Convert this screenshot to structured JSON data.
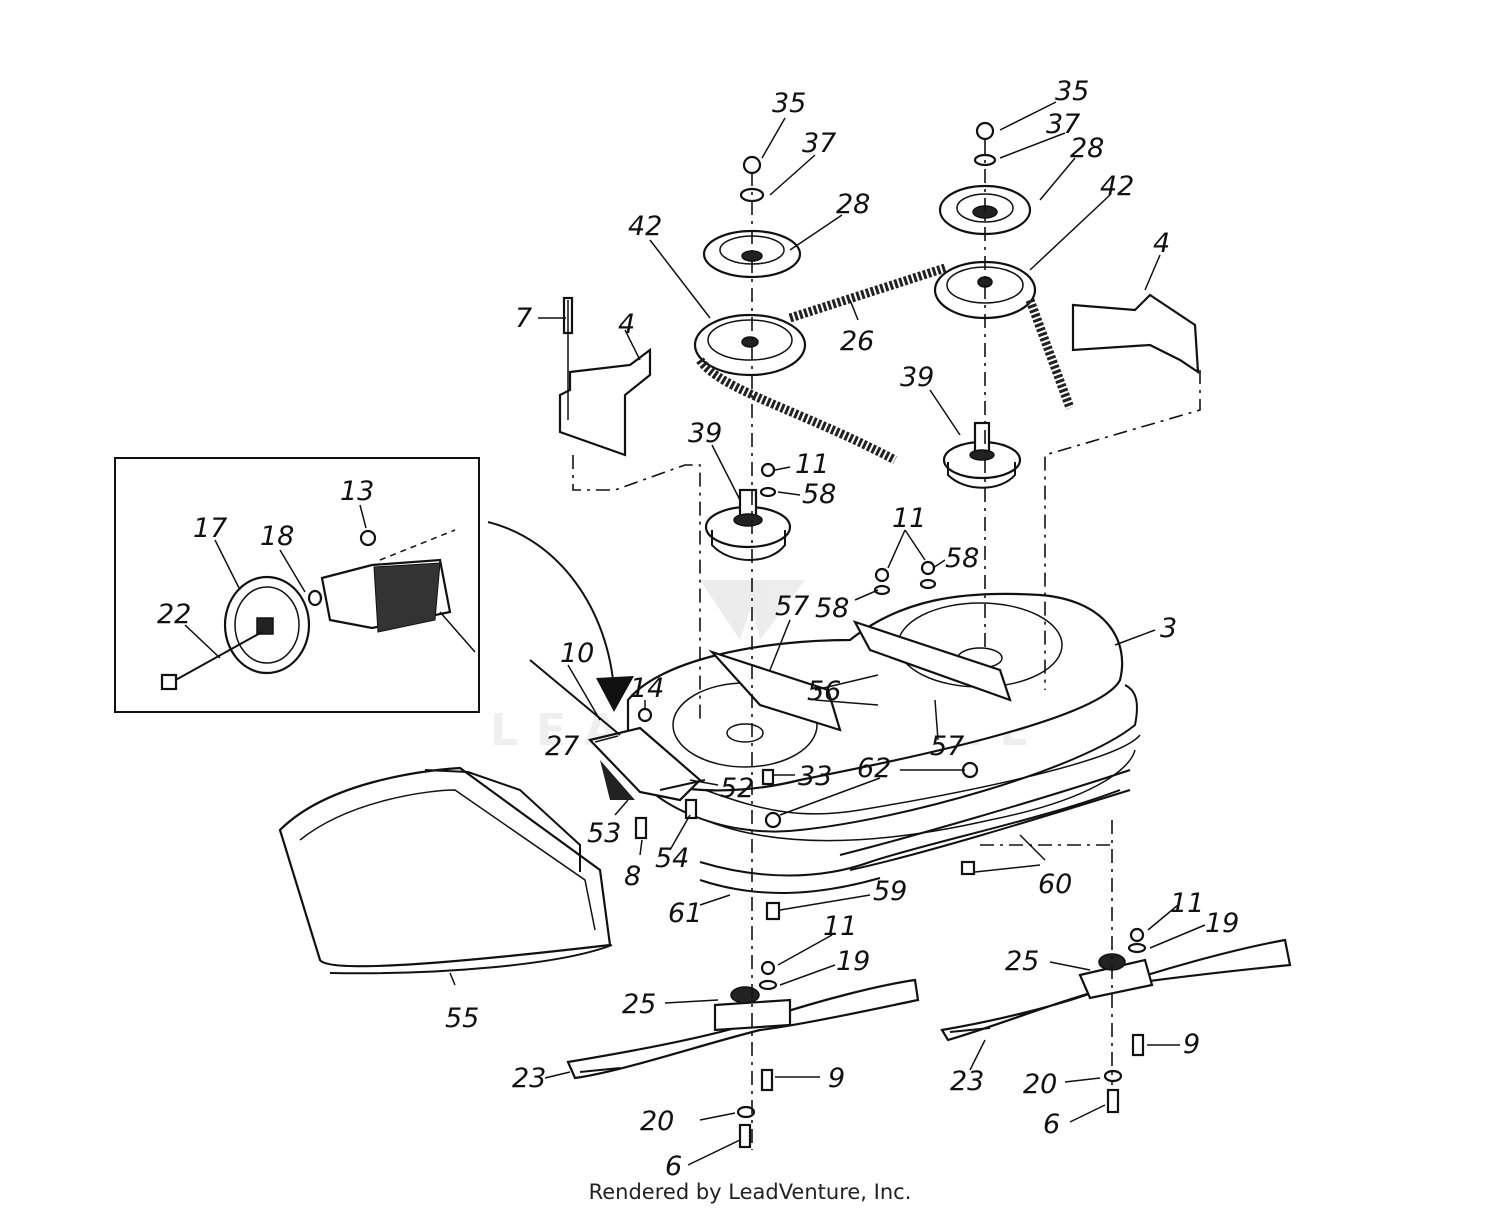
{
  "diagram": {
    "footer": "Rendered by LeadVenture, Inc.",
    "watermark": "LEADVENTURE",
    "callouts": [
      "35",
      "37",
      "28",
      "42",
      "35",
      "37",
      "28",
      "42",
      "7",
      "4",
      "26",
      "4",
      "39",
      "39",
      "11",
      "58",
      "13",
      "17",
      "18",
      "22",
      "11",
      "58",
      "58",
      "57",
      "3",
      "10",
      "14",
      "56",
      "27",
      "57",
      "62",
      "33",
      "52",
      "53",
      "8",
      "54",
      "55",
      "61",
      "59",
      "60",
      "11",
      "19",
      "25",
      "11",
      "19",
      "25",
      "23",
      "9",
      "23",
      "9",
      "20",
      "6",
      "20",
      "6"
    ]
  }
}
